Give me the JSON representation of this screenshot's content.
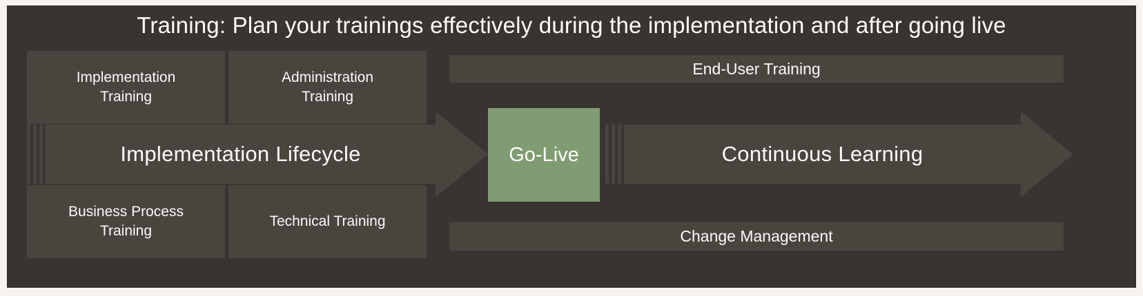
{
  "title": "Training: Plan your trainings effectively during the implementation and after going live",
  "training_boxes": [
    {
      "label": "Implementation Training"
    },
    {
      "label": "Administration Training"
    },
    {
      "label": "Business Process Training"
    },
    {
      "label": "Technical Training"
    }
  ],
  "timeline": {
    "pre_golive_label": "Implementation Lifecycle",
    "golive_label": "Go-Live",
    "post_golive_label": "Continuous Learning"
  },
  "bands": {
    "top_label": "End-User Training",
    "bottom_label": "Change Management"
  },
  "colors": {
    "frame_background": "#f7f4ef",
    "panel_background": "#393430",
    "box_background": "#4a443f",
    "golive_green": "#809c72",
    "text": "#fbfaf7"
  }
}
